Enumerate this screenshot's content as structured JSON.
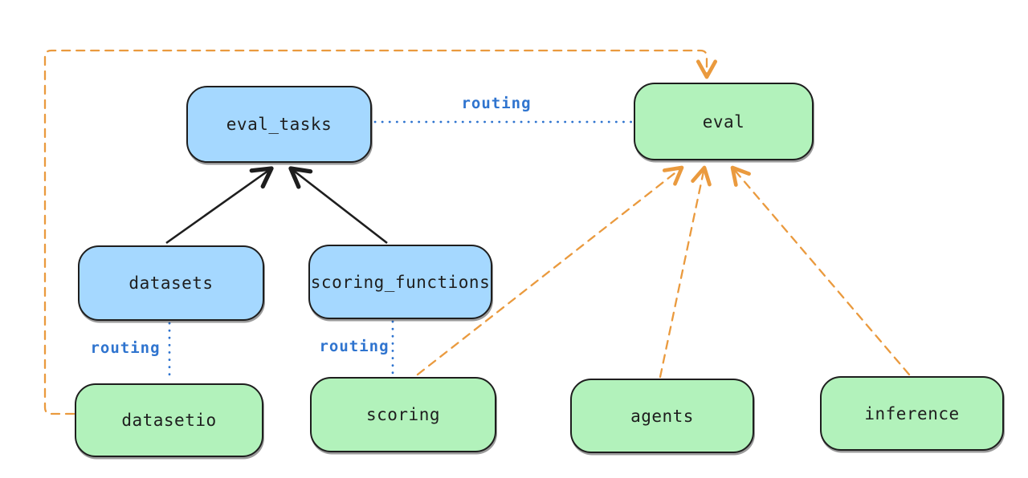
{
  "diagram": {
    "nodes": [
      {
        "id": "eval_tasks",
        "label": "eval_tasks",
        "color": "blue"
      },
      {
        "id": "eval",
        "label": "eval",
        "color": "green"
      },
      {
        "id": "datasets",
        "label": "datasets",
        "color": "blue"
      },
      {
        "id": "scoring_functions",
        "label": "scoring_functions",
        "color": "blue"
      },
      {
        "id": "datasetio",
        "label": "datasetio",
        "color": "green"
      },
      {
        "id": "scoring",
        "label": "scoring",
        "color": "green"
      },
      {
        "id": "agents",
        "label": "agents",
        "color": "green"
      },
      {
        "id": "inference",
        "label": "inference",
        "color": "green"
      }
    ],
    "edges": [
      {
        "from": "datasets",
        "to": "eval_tasks",
        "style": "solid-black",
        "label": ""
      },
      {
        "from": "scoring_functions",
        "to": "eval_tasks",
        "style": "solid-black",
        "label": ""
      },
      {
        "from": "eval_tasks",
        "to": "eval",
        "style": "dotted-blue",
        "label": "routing"
      },
      {
        "from": "datasets",
        "to": "datasetio",
        "style": "dotted-blue",
        "label": "routing"
      },
      {
        "from": "scoring_functions",
        "to": "scoring",
        "style": "dotted-blue",
        "label": "routing"
      },
      {
        "from": "scoring",
        "to": "eval",
        "style": "dashed-orange",
        "label": ""
      },
      {
        "from": "agents",
        "to": "eval",
        "style": "dashed-orange",
        "label": ""
      },
      {
        "from": "inference",
        "to": "eval",
        "style": "dashed-orange",
        "label": ""
      },
      {
        "from": "datasetio",
        "to": "eval",
        "style": "dashed-orange",
        "label": ""
      }
    ],
    "colors": {
      "blue_node_fill": "#a5d8ff",
      "green_node_fill": "#b2f2bb",
      "node_stroke": "#1e1e1e",
      "black_edge": "#1e1e1e",
      "blue_edge": "#2f74cf",
      "orange_edge": "#ea9a3e",
      "background": "#ffffff"
    }
  }
}
